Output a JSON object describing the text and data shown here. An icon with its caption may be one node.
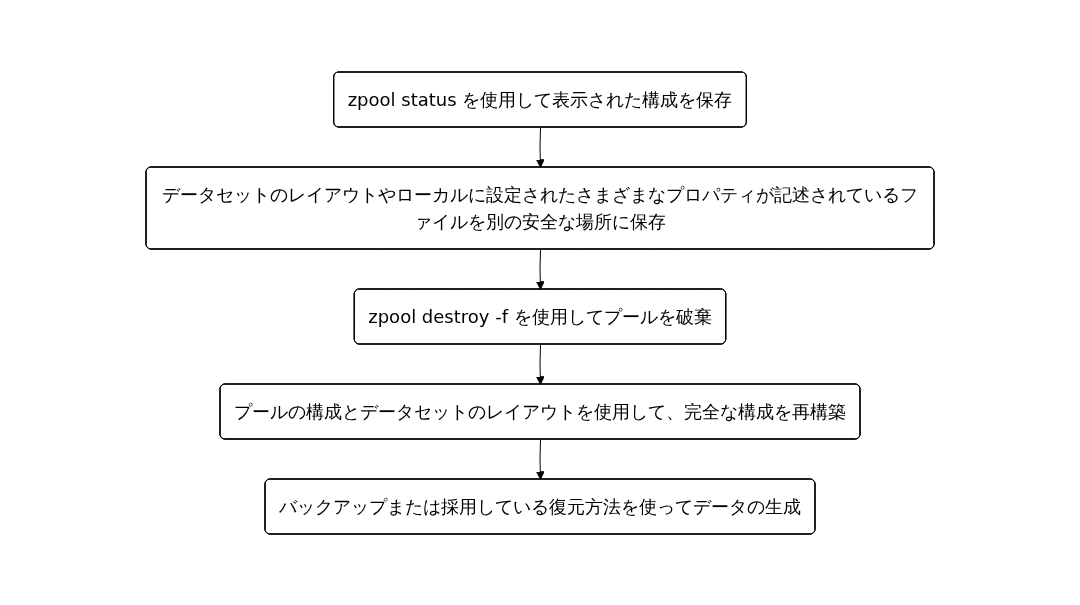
{
  "diagram": {
    "nodes": [
      {
        "text": [
          "zpool status を使用して表示された構成を保存"
        ]
      },
      {
        "text": [
          "データセットのレイアウトやローカルに設定されたさまざまなプロパティが記述されているファイルを別の安全な場所に保存"
        ]
      },
      {
        "text": [
          "zpool destroy -f を使用してプールを破棄"
        ]
      },
      {
        "text": [
          "プールの構成とデータセットのレイアウトを使用して、完全な構成を再構築"
        ]
      },
      {
        "text": [
          "バックアップまたは採用している復元方法を使ってデータの生成"
        ]
      }
    ],
    "edges": [
      {
        "from": 0,
        "to": 1,
        "arrow": "to"
      },
      {
        "from": 1,
        "to": 2,
        "arrow": "to"
      },
      {
        "from": 2,
        "to": 3,
        "arrow": "to"
      },
      {
        "from": 3,
        "to": 4,
        "arrow": "to"
      }
    ]
  }
}
